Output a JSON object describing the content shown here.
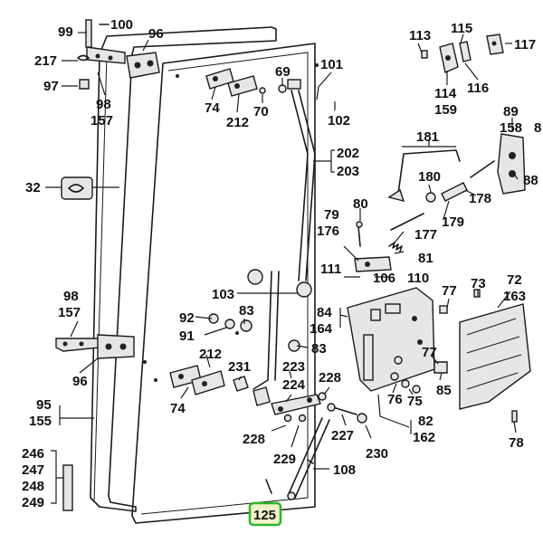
{
  "accent_color": "#2bb52b",
  "highlight_color": "#f2f2c8",
  "labels": {
    "l99": "99",
    "l100": "100",
    "l96a": "96",
    "l217": "217",
    "l97": "97",
    "l98a": "98",
    "l157a": "157",
    "l32": "32",
    "l98b": "98",
    "l157b": "157",
    "l96b": "96",
    "l95": "95",
    "l155": "155",
    "l246": "246",
    "l247": "247",
    "l248": "248",
    "l249": "249",
    "l125": "125",
    "l74a": "74",
    "l212a": "212",
    "l70": "70",
    "l69": "69",
    "l101": "101",
    "l102": "102",
    "l202": "202",
    "l203": "203",
    "l79": "79",
    "l176": "176",
    "l80": "80",
    "l177": "177",
    "l81": "81",
    "l111": "111",
    "l106": "106",
    "l110": "110",
    "l103": "103",
    "l92": "92",
    "l83a": "83",
    "l91": "91",
    "l83b": "83",
    "l212b": "212",
    "l74b": "74",
    "l231": "231",
    "l223": "223",
    "l224": "224",
    "l228a": "228",
    "l228b": "228",
    "l229": "229",
    "l227": "227",
    "l230": "230",
    "l108": "108",
    "l113": "113",
    "l115": "115",
    "l117": "117",
    "l114": "114",
    "l159": "159",
    "l116": "116",
    "l181": "181",
    "l89": "89",
    "l158": "158",
    "l8x": "8",
    "l180": "180",
    "l88": "88",
    "l178": "178",
    "l179": "179",
    "l84": "84",
    "l164": "164",
    "l77a": "77",
    "l73": "73",
    "l72": "72",
    "l163": "163",
    "l77b": "77",
    "l76": "76",
    "l75": "75",
    "l85": "85",
    "l82": "82",
    "l162": "162",
    "l78": "78"
  }
}
